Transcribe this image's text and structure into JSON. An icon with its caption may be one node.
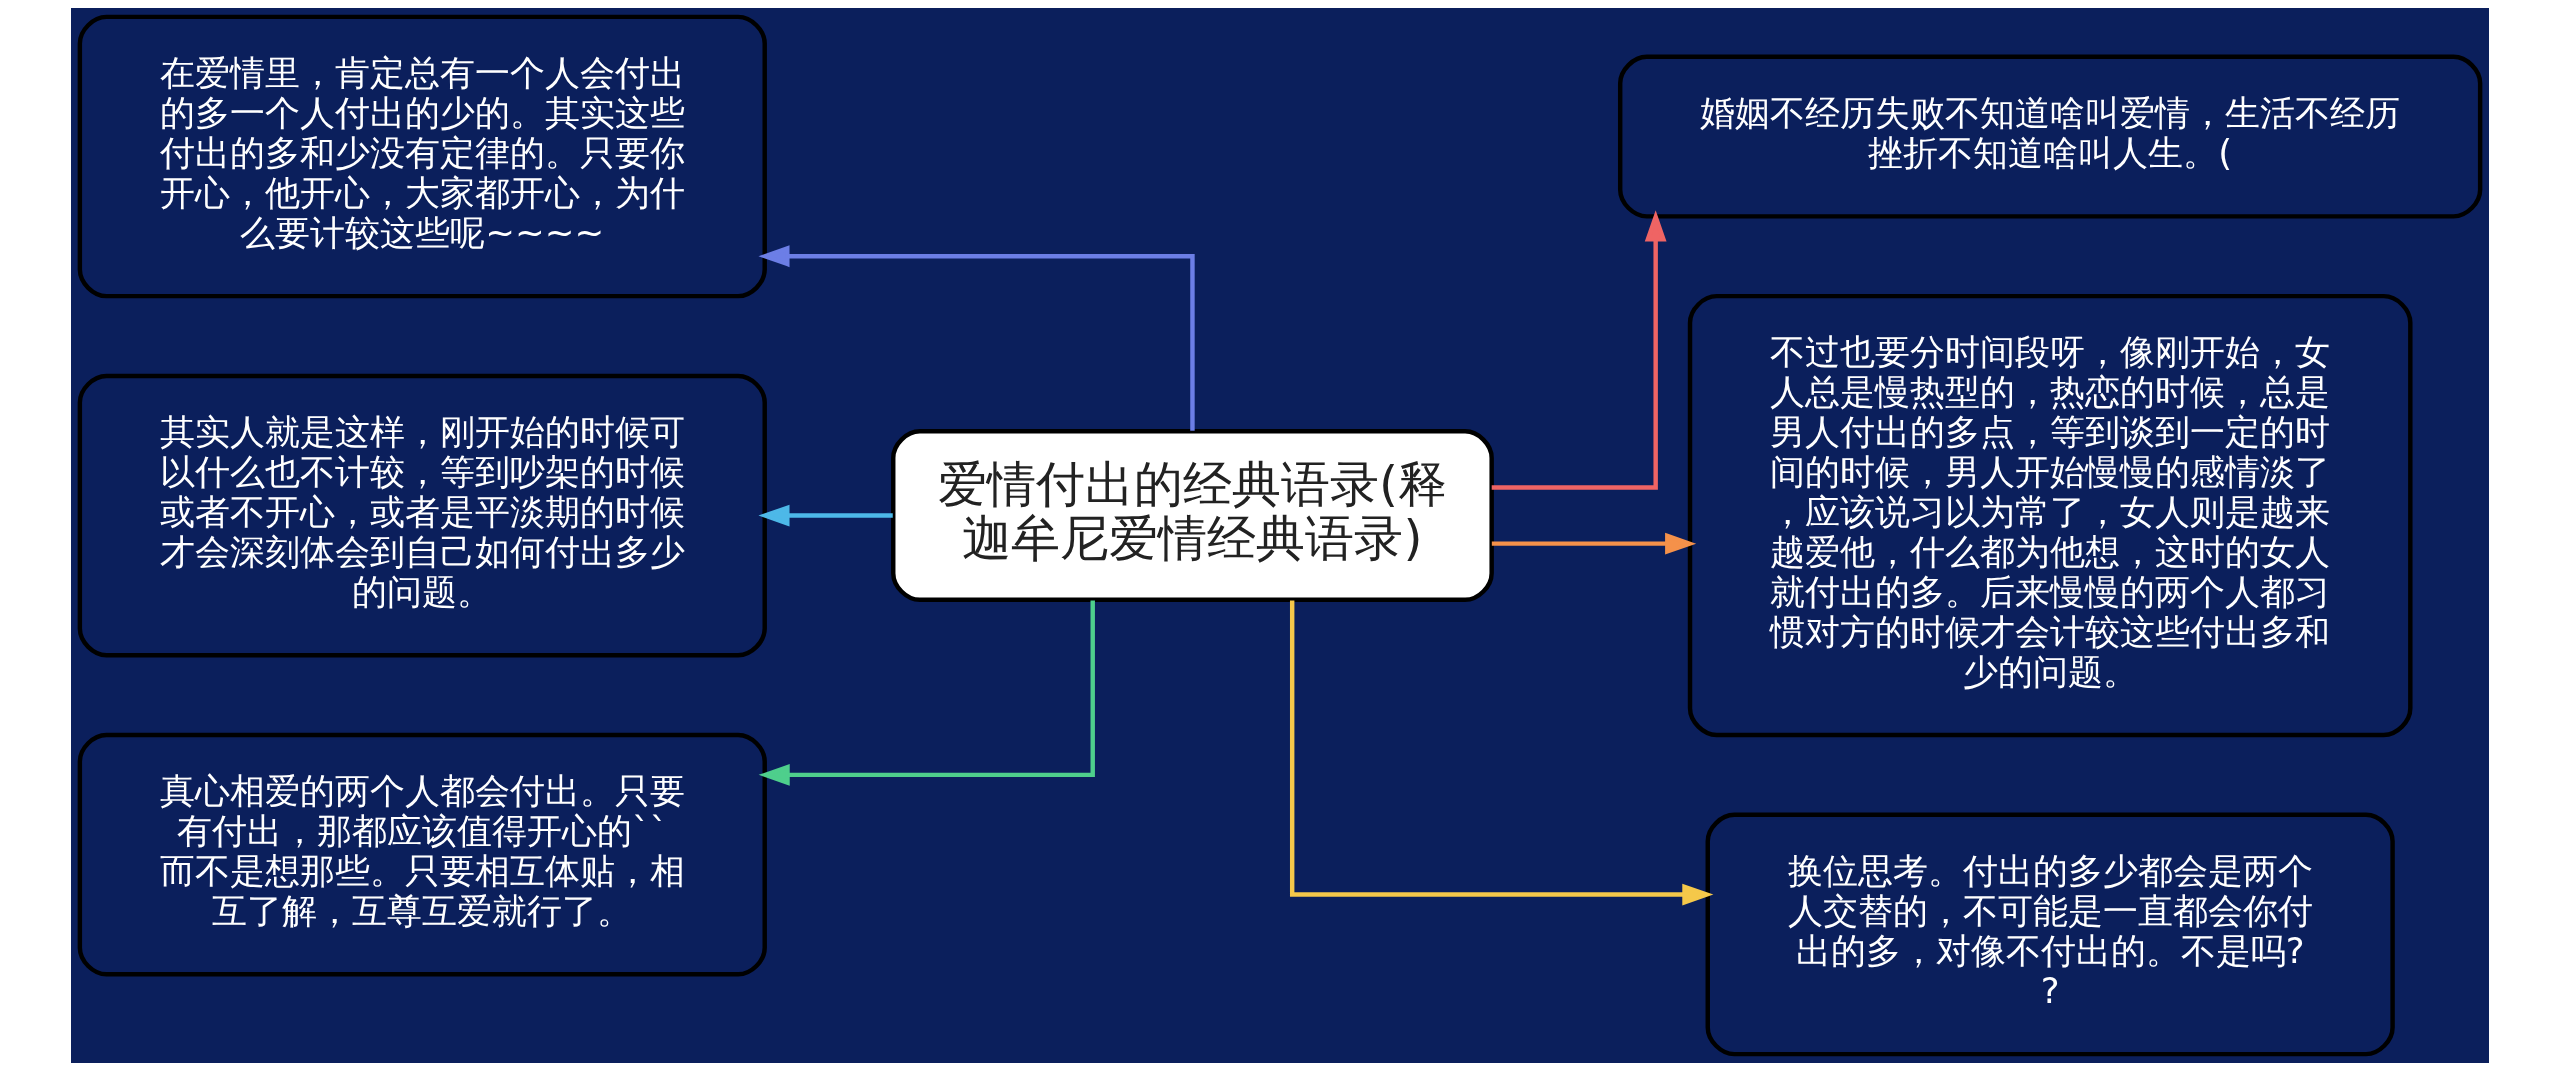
{
  "diagram": {
    "nodes": [
      {
        "text": [
          "爱情付出的经典语录(释迦牟尼爱情经典语录)"
        ]
      },
      {
        "text": [
          "在爱情里，肯定总有一个人会付出的多一个人付出的少的。其实这些付出的多和少没有定律的。只要你开心，他开心，大家都开心，为什么要计较这些呢~~~~"
        ]
      },
      {
        "text": [
          "其实人就是这样，刚开始的时候可以什么也不计较，等到吵架的时候或者不开心，或者是平淡期的时候才会深刻体会到自己如何付出多少的问题。"
        ]
      },
      {
        "text": [
          "真心相爱的两个人都会付出。只要有付出，那都应该值得开心的``而不是想那些。只要相互体贴，相互了解，互尊互爱就行了。"
        ]
      },
      {
        "text": [
          "婚姻不经历失败不知道啥叫爱情，生活不经历挫折不知道啥叫人生。("
        ]
      },
      {
        "text": [
          "不过也要分时间段呀，像刚开始，女人总是慢热型的，热恋的时候，总是男人付出的多点，等到谈到一定的时间的时候，男人开始慢慢的感情淡了，应该说习以为常了，女人则是越来越爱他，什么都为他想，这时的女人就付出的多。后来慢慢的两个人都习惯对方的时候才会计较这些付出多和少的问题。"
        ]
      },
      {
        "text": [
          "换位思考。付出的多少都会是两个人交替的，不可能是一直都会你付出的多，对像不付出的。不是吗??"
        ]
      }
    ],
    "edges": [
      {
        "from": 0,
        "to": 1,
        "arrow": "to",
        "color": "#6c7ee6"
      },
      {
        "from": 0,
        "to": 2,
        "arrow": "to",
        "color": "#4db8e8"
      },
      {
        "from": 0,
        "to": 3,
        "arrow": "to",
        "color": "#4ecf8c"
      },
      {
        "from": 0,
        "to": 4,
        "arrow": "to",
        "color": "#ef6464"
      },
      {
        "from": 0,
        "to": 5,
        "arrow": "to",
        "color": "#f5914a"
      },
      {
        "from": 0,
        "to": 6,
        "arrow": "to",
        "color": "#f5c84a"
      }
    ]
  }
}
